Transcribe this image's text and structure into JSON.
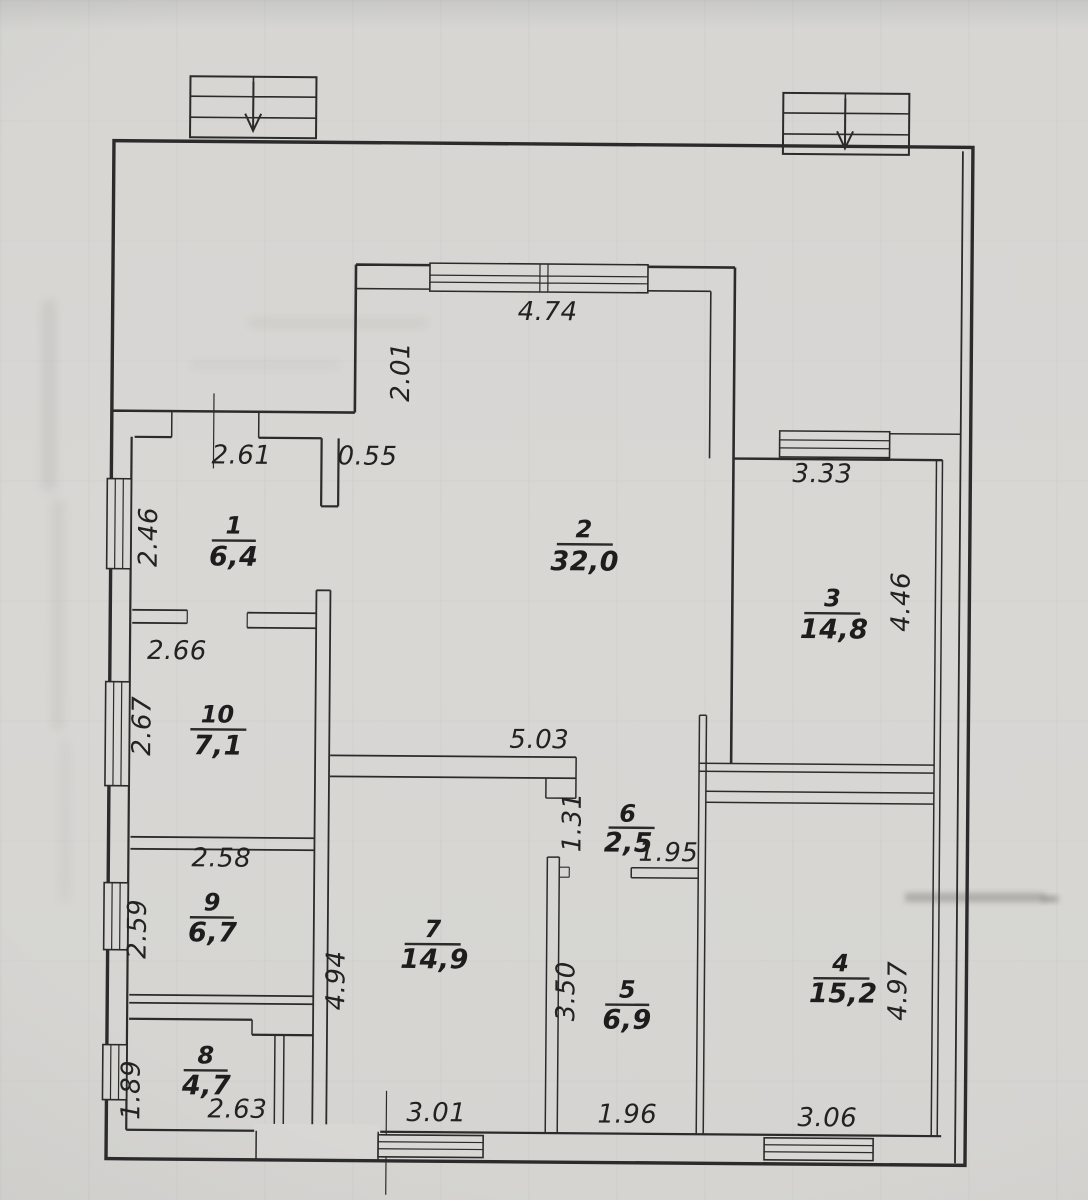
{
  "plan": {
    "kind": "floor-plan-scan",
    "units_note": "areas in m2 with comma decimals, lengths in m with dot decimals"
  },
  "rooms": [
    {
      "number": "1",
      "area": "6,4"
    },
    {
      "number": "2",
      "area": "32,0"
    },
    {
      "number": "3",
      "area": "14,8"
    },
    {
      "number": "4",
      "area": "15,2"
    },
    {
      "number": "5",
      "area": "6,9"
    },
    {
      "number": "6",
      "area": "2,5"
    },
    {
      "number": "7",
      "area": "14,9"
    },
    {
      "number": "8",
      "area": "4,7"
    },
    {
      "number": "9",
      "area": "6,7"
    },
    {
      "number": "10",
      "area": "7,1"
    }
  ],
  "dimensions": {
    "room1_width": "2.61",
    "room1_depth": "2.46",
    "entry_pier": "0.55",
    "room2_bay_width": "4.74",
    "room2_bay_depth": "2.01",
    "room3_width": "3.33",
    "room3_depth": "4.46",
    "room4_width": "3.06",
    "room4_depth": "4.97",
    "room5_width": "1.96",
    "room5_depth": "3.50",
    "room6_width": "1.95",
    "room6_opening": "1.31",
    "room7_width": "3.01",
    "room7_depth": "4.94",
    "hall_width": "5.03",
    "room8_width": "2.63",
    "room8_depth": "1.89",
    "room9_width": "2.58",
    "room9_depth": "2.59",
    "room10_width": "2.66",
    "room10_depth": "2.67"
  },
  "icons": {
    "stairs_left": "entry-steps-arrow-down-icon",
    "stairs_right": "entry-steps-arrow-down-icon",
    "window": "window-symbol-icon",
    "door": "door-opening-icon"
  }
}
